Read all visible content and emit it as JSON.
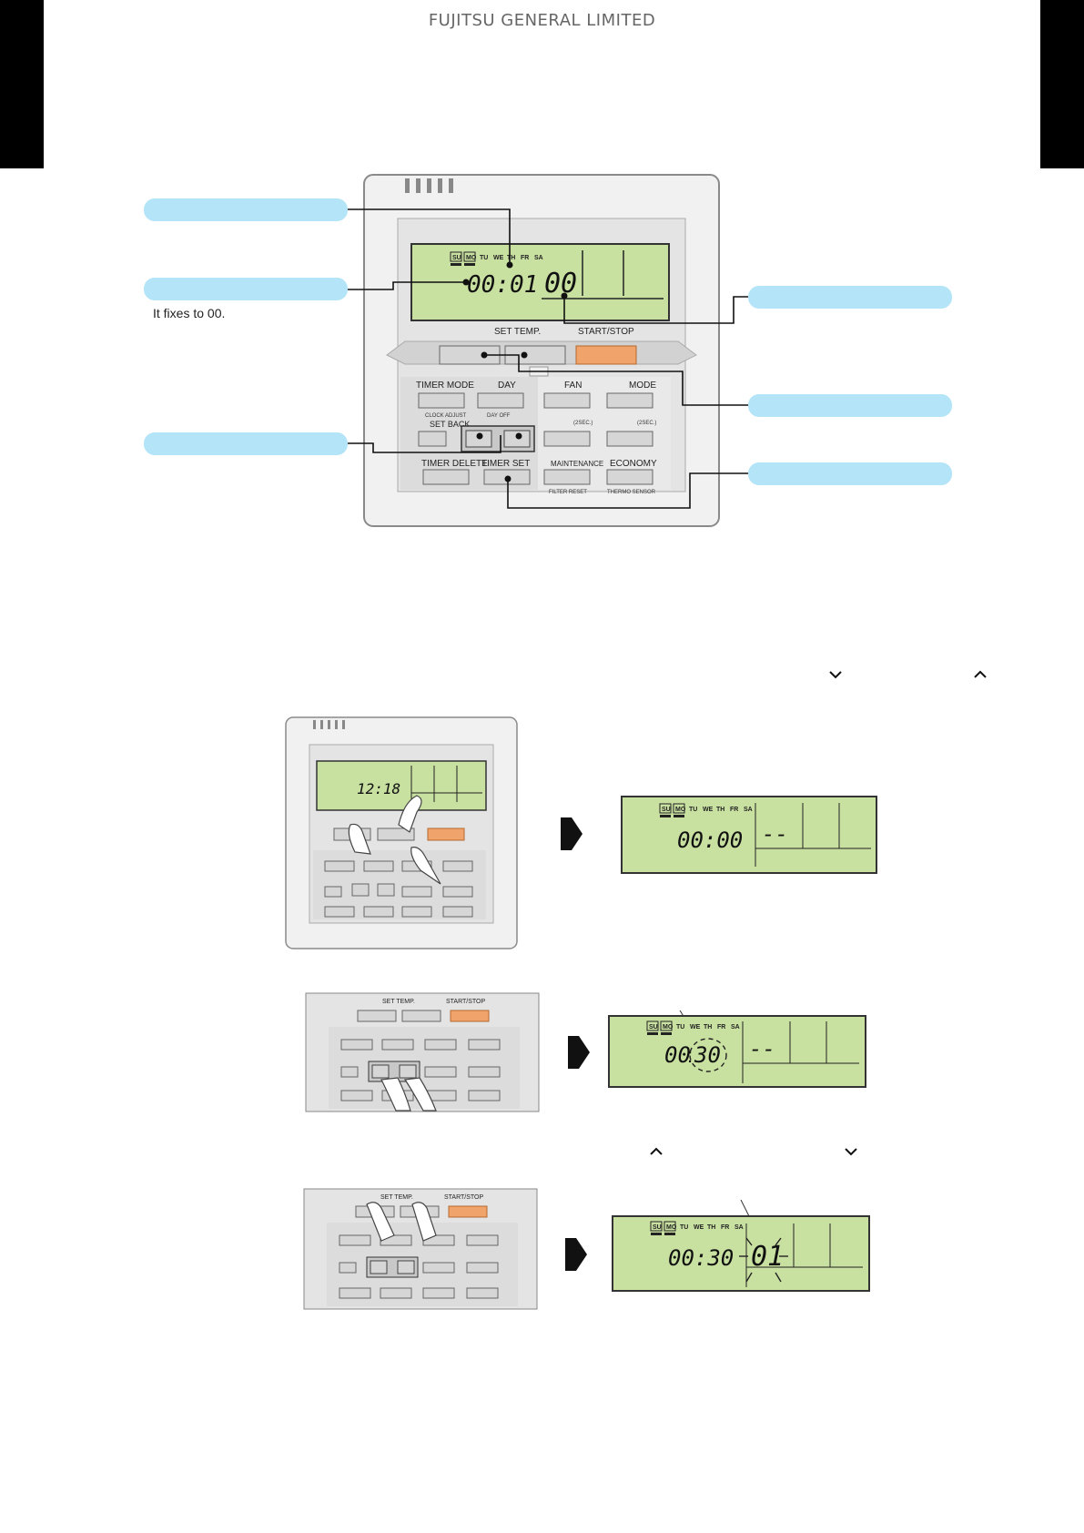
{
  "header": {
    "company": "FUJITSU GENERAL LIMITED"
  },
  "main_remote": {
    "days": [
      "SU",
      "MO",
      "TU",
      "WE",
      "TH",
      "FR",
      "SA"
    ],
    "clock_value": "00:01",
    "hour_value": "00",
    "labels": {
      "set_temp": "SET TEMP.",
      "start_stop": "START/STOP",
      "timer_mode": "TIMER MODE",
      "day": "DAY",
      "fan": "FAN",
      "mode": "MODE",
      "clock_adjust": "CLOCK ADJUST",
      "day_off": "DAY OFF",
      "set_back": "SET BACK",
      "sec2_a": "(2SEC.)",
      "sec2_b": "(2SEC.)",
      "timer_delete": "TIMER DELETE",
      "timer_set": "TIMER SET",
      "maintenance": "MAINTENANCE",
      "economy": "ECONOMY",
      "filter_reset": "FILTER RESET",
      "thermo_sensor": "THERMO SENSOR"
    }
  },
  "note": {
    "fixes": "It fixes to 00."
  },
  "step1": {
    "remote_clock": "12:18",
    "result_clock": "00:00",
    "result_hour": "--"
  },
  "step2": {
    "result_clock_h": "00",
    "result_clock_m": "30",
    "result_hour": "--"
  },
  "step3": {
    "result_clock": "00:30",
    "result_hour": "01"
  },
  "colors": {
    "lcd": "#c8e0a0",
    "callout": "#b3e4f7",
    "start_button": "#f0a36a",
    "panel": "#e8e8e8"
  }
}
